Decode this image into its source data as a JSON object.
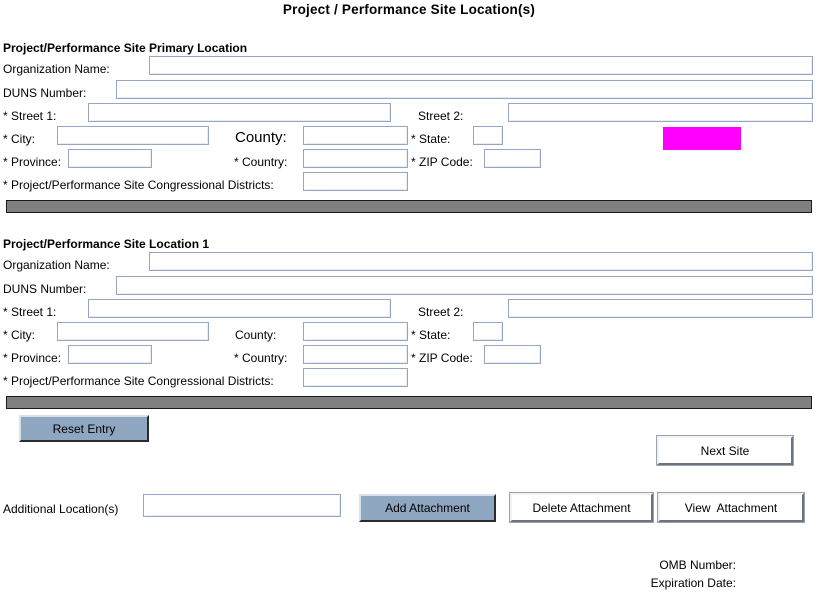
{
  "page": {
    "title": "Project / Performance Site Location(s)"
  },
  "sections": [
    {
      "heading": "Project/Performance Site Primary Location",
      "fields": {
        "organization_name_label": "Organization Name:",
        "organization_name_value": "",
        "duns_number_label": "DUNS Number:",
        "duns_number_value": "",
        "street1_label": "* Street 1:",
        "street1_value": "",
        "street2_label": "Street 2:",
        "street2_value": "",
        "city_label": "* City:",
        "city_value": "",
        "county_label": "County:",
        "county_value": "",
        "state_label": "* State:",
        "state_value": "",
        "province_label": "* Province:",
        "province_value": "",
        "country_label": "* Country:",
        "country_value": "",
        "zip_label": "* ZIP Code:",
        "zip_value": "",
        "districts_label": "* Project/Performance Site Congressional Districts:",
        "districts_value": ""
      }
    },
    {
      "heading": "Project/Performance Site Location 1",
      "fields": {
        "organization_name_label": "Organization Name:",
        "organization_name_value": "",
        "duns_number_label": "DUNS Number:",
        "duns_number_value": "",
        "street1_label": "* Street 1:",
        "street1_value": "",
        "street2_label": "Street 2:",
        "street2_value": "",
        "city_label": "* City:",
        "city_value": "",
        "county_label": "County:",
        "county_value": "",
        "state_label": "* State:",
        "state_value": "",
        "province_label": "* Province:",
        "province_value": "",
        "country_label": "* Country:",
        "country_value": "",
        "zip_label": "* ZIP Code:",
        "zip_value": "",
        "districts_label": "* Project/Performance Site Congressional Districts:",
        "districts_value": ""
      }
    }
  ],
  "actions": {
    "reset_entry_label": "Reset Entry",
    "next_site_label": "Next Site",
    "additional_locations_label": "Additional Location(s)",
    "additional_locations_value": "",
    "add_attachment_label": "Add Attachment",
    "delete_attachment_label": "Delete Attachment",
    "view_attachment_label": "View  Attachment"
  },
  "footer": {
    "omb_number_label": "OMB Number:",
    "omb_number_value": "",
    "expiration_date_label": "Expiration Date:",
    "expiration_date_value": ""
  },
  "colors": {
    "magenta_highlight": "#ff00ff",
    "separator_bar": "#808080",
    "field_border": "#93a7c4",
    "button_blue": "#8fa6c0"
  }
}
